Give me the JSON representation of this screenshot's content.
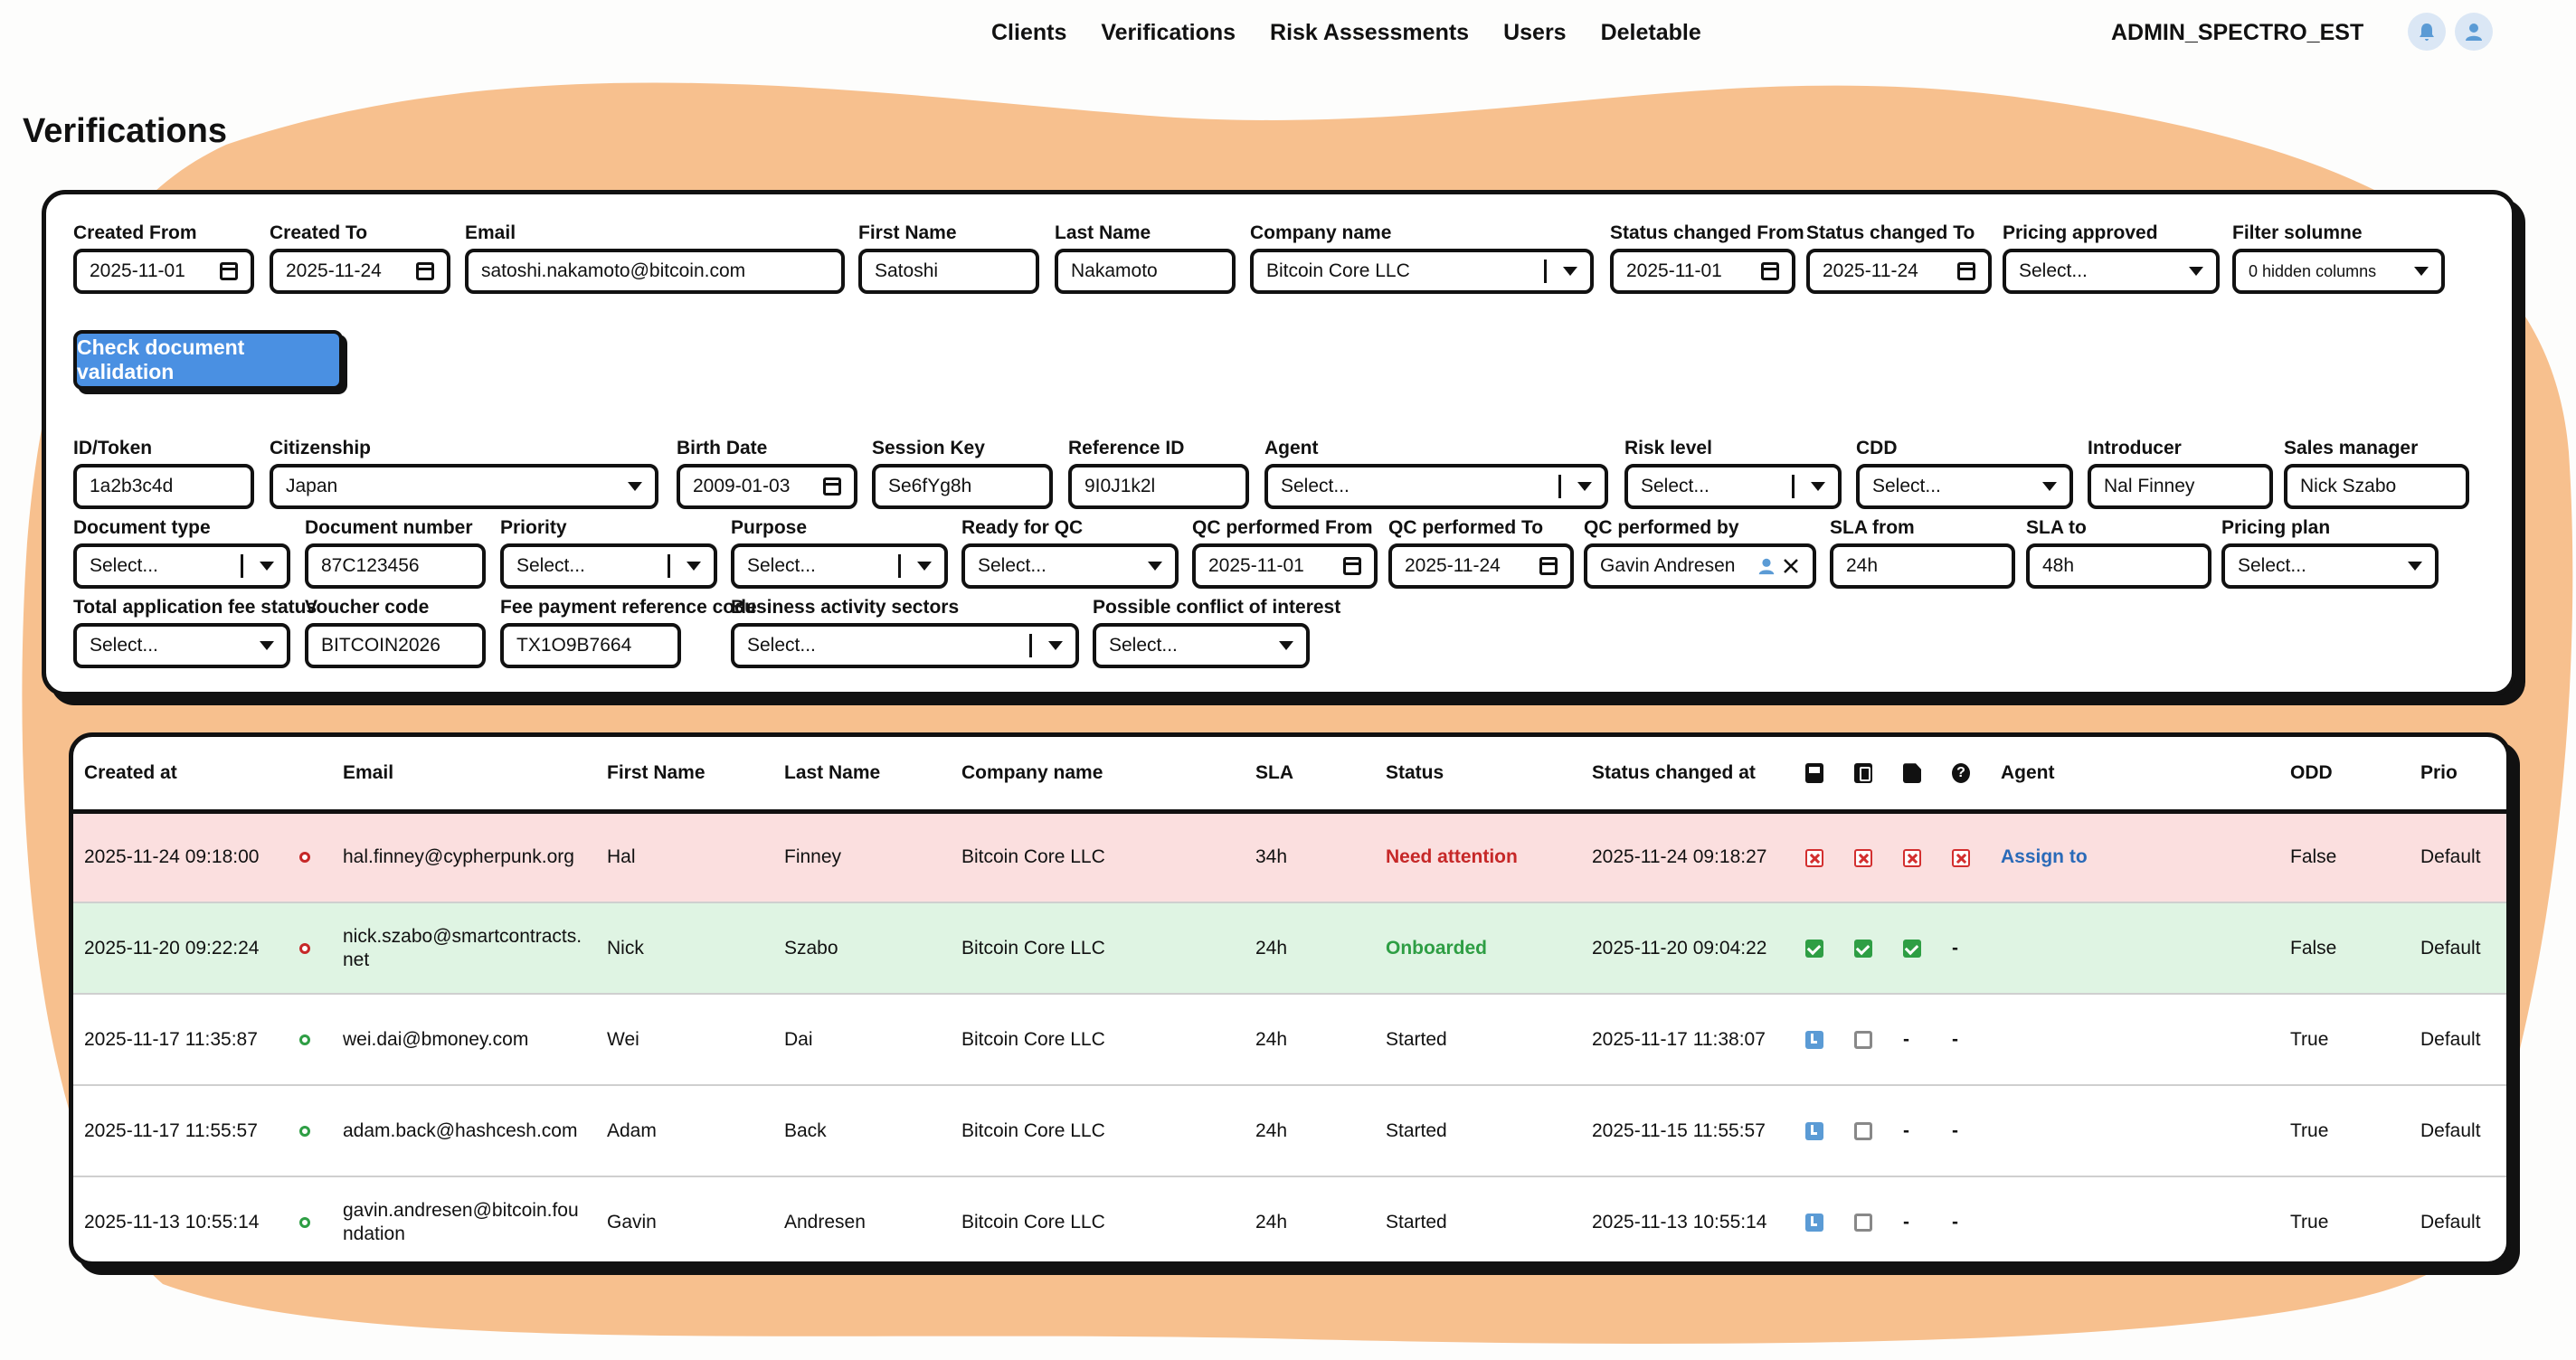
{
  "nav": {
    "links": [
      "Clients",
      "Verifications",
      "Risk Assessments",
      "Users",
      "Deletable"
    ],
    "user": "ADMIN_SPECTRO_EST"
  },
  "page": {
    "title": "Verifications"
  },
  "filters": {
    "created_from": {
      "label": "Created From",
      "value": "2025-11-01"
    },
    "created_to": {
      "label": "Created To",
      "value": "2025-11-24"
    },
    "email": {
      "label": "Email",
      "value": "satoshi.nakamoto@bitcoin.com"
    },
    "first_name": {
      "label": "First Name",
      "value": "Satoshi"
    },
    "last_name": {
      "label": "Last Name",
      "value": "Nakamoto"
    },
    "company_name": {
      "label": "Company name",
      "value": "Bitcoin Core LLC"
    },
    "status_changed_from": {
      "label": "Status changed From",
      "value": "2025-11-01"
    },
    "status_changed_to": {
      "label": "Status changed To",
      "value": "2025-11-24"
    },
    "pricing_approved": {
      "label": "Pricing approved",
      "value": "Select..."
    },
    "filter_columns": {
      "label": "Filter solumne",
      "value": "0 hidden columns"
    },
    "check_button": "Check document validation",
    "id_token": {
      "label": "ID/Token",
      "value": "1a2b3c4d"
    },
    "citizenship": {
      "label": "Citizenship",
      "value": "Japan"
    },
    "birth_date": {
      "label": "Birth Date",
      "value": "2009-01-03"
    },
    "session_key": {
      "label": "Session Key",
      "value": "Se6fYg8h"
    },
    "reference_id": {
      "label": "Reference ID",
      "value": "9I0J1k2l"
    },
    "agent": {
      "label": "Agent",
      "value": "Select..."
    },
    "risk_level": {
      "label": "Risk level",
      "value": "Select..."
    },
    "cdd": {
      "label": "CDD",
      "value": "Select..."
    },
    "introducer": {
      "label": "Introducer",
      "value": "Nal Finney"
    },
    "sales_manager": {
      "label": "Sales manager",
      "value": "Nick Szabo"
    },
    "document_type": {
      "label": "Document type",
      "value": "Select..."
    },
    "document_number": {
      "label": "Document number",
      "value": "87C123456"
    },
    "priority": {
      "label": "Priority",
      "value": "Select..."
    },
    "purpose": {
      "label": "Purpose",
      "value": "Select..."
    },
    "ready_for_qc": {
      "label": "Ready for QC",
      "value": "Select..."
    },
    "qc_from": {
      "label": "QC performed From",
      "value": "2025-11-01"
    },
    "qc_to": {
      "label": "QC performed To",
      "value": "2025-11-24"
    },
    "qc_by": {
      "label": "QC performed by",
      "value": "Gavin Andresen"
    },
    "sla_from": {
      "label": "SLA from",
      "value": "24h"
    },
    "sla_to": {
      "label": "SLA to",
      "value": "48h"
    },
    "pricing_plan": {
      "label": "Pricing plan",
      "value": "Select..."
    },
    "fee_status": {
      "label": "Total application fee status",
      "value": "Select..."
    },
    "voucher_code": {
      "label": "Voucher code",
      "value": "BITCOIN2026"
    },
    "fee_ref": {
      "label": "Fee payment reference code",
      "value": "TX1O9B7664"
    },
    "business_sectors": {
      "label": "Business activity sectors",
      "value": "Select..."
    },
    "conflict_interest": {
      "label": "Possible conflict of interest",
      "value": "Select..."
    }
  },
  "table": {
    "headers": [
      "Created at",
      "Email",
      "First Name",
      "Last Name",
      "Company name",
      "SLA",
      "Status",
      "Status changed at",
      "Agent",
      "ODD",
      "Prio"
    ],
    "assign_label": "Assign to",
    "dash": "-",
    "rows": [
      {
        "created": "2025-11-24 09:18:00",
        "email": "hal.finney@cypherpunk.org",
        "first": "Hal",
        "last": "Finney",
        "company": "Bitcoin Core LLC",
        "sla": "34h",
        "status": "Need attention",
        "changed": "2025-11-24 09:18:27",
        "odd": "False",
        "prio": "Default"
      },
      {
        "created": "2025-11-20 09:22:24",
        "email": "nick.szabo@smartcontracts.net",
        "first": "Nick",
        "last": "Szabo",
        "company": "Bitcoin Core LLC",
        "sla": "24h",
        "status": "Onboarded",
        "changed": "2025-11-20 09:04:22",
        "odd": "False",
        "prio": "Default"
      },
      {
        "created": "2025-11-17 11:35:87",
        "email": "wei.dai@bmoney.com",
        "first": "Wei",
        "last": "Dai",
        "company": "Bitcoin Core LLC",
        "sla": "24h",
        "status": "Started",
        "changed": "2025-11-17 11:38:07",
        "odd": "True",
        "prio": "Default"
      },
      {
        "created": "2025-11-17 11:55:57",
        "email": "adam.back@hashcesh.com",
        "first": "Adam",
        "last": "Back",
        "company": "Bitcoin Core LLC",
        "sla": "24h",
        "status": "Started",
        "changed": "2025-11-15 11:55:57",
        "odd": "True",
        "prio": "Default"
      },
      {
        "created": "2025-11-13 10:55:14",
        "email": "gavin.andresen@bitcoin.foundation",
        "first": "Gavin",
        "last": "Andresen",
        "company": "Bitcoin Core LLC",
        "sla": "24h",
        "status": "Started",
        "changed": "2025-11-13 10:55:14",
        "odd": "True",
        "prio": "Default"
      }
    ]
  },
  "colors": {
    "background_blob": "#f7c08e",
    "primary_button": "#4a90e2",
    "danger": "#c62828",
    "success": "#2e9e44",
    "row_red": "#fbdfdf",
    "row_green": "#dff4e3"
  }
}
